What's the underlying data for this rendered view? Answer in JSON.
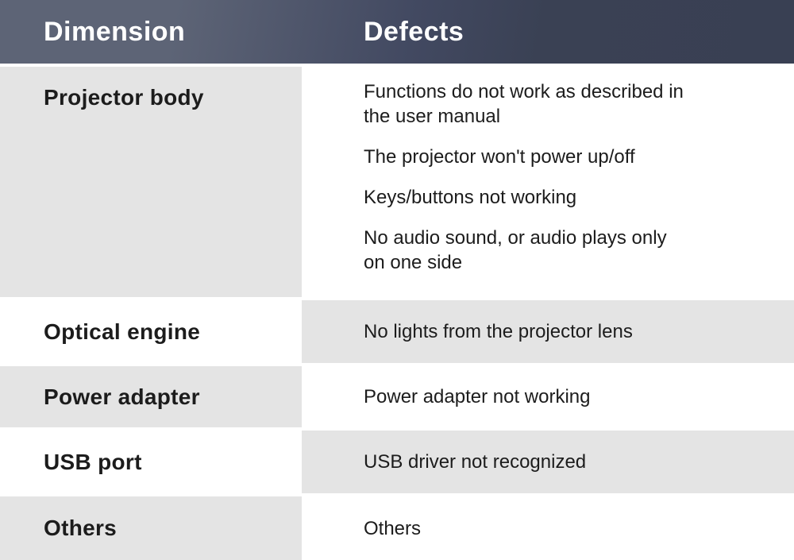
{
  "table": {
    "columns": [
      "Dimension",
      "Defects"
    ],
    "rows": [
      {
        "dimension": "Projector body",
        "defects": [
          "Functions do not work as described in\nthe user manual",
          "The projector won't power up/off",
          "Keys/buttons not working",
          "No audio sound, or audio plays only\non one side"
        ]
      },
      {
        "dimension": "Optical engine",
        "defects": [
          "No lights from the projector lens"
        ]
      },
      {
        "dimension": "Power adapter",
        "defects": [
          "Power adapter not working"
        ]
      },
      {
        "dimension": "USB port",
        "defects": [
          "USB driver not recognized"
        ]
      },
      {
        "dimension": "Others",
        "defects": [
          "Others"
        ]
      }
    ],
    "colors": {
      "header_gradient_left": "#5d6476",
      "header_gradient_right": "#394053",
      "row_shade": "#e4e4e4",
      "row_white": "#ffffff",
      "header_text": "#ffffff",
      "body_text": "#1c1c1c"
    }
  }
}
